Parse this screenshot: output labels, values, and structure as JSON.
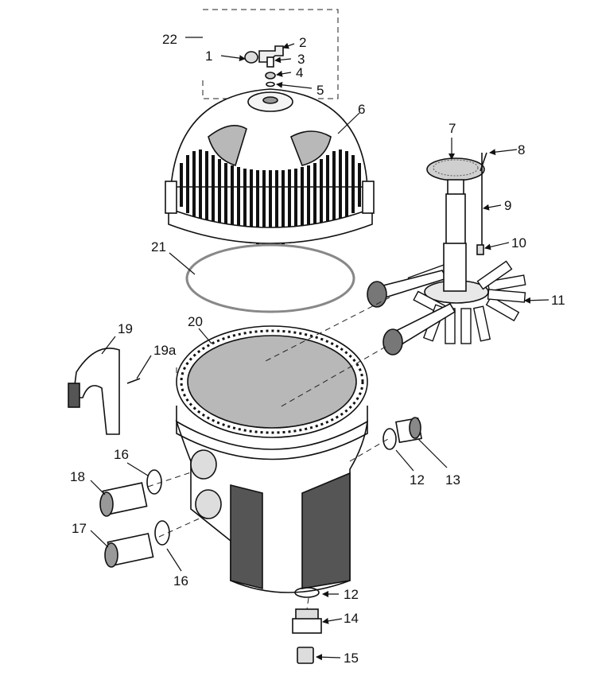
{
  "colors": {
    "ink": "#111111",
    "gray_fill": "#b8b8b8",
    "dark_fill": "#555555",
    "light_fill": "#ececec",
    "paper": "#ffffff"
  },
  "labels": {
    "p1": "1",
    "p2": "2",
    "p3": "3",
    "p4": "4",
    "p5": "5",
    "p6": "6",
    "p7": "7",
    "p8": "8",
    "p9": "9",
    "p10": "10",
    "p11": "11",
    "p12a": "12",
    "p12b": "12",
    "p13": "13",
    "p14": "14",
    "p15": "15",
    "p16a": "16",
    "p16b": "16",
    "p17": "17",
    "p18": "18",
    "p19": "19",
    "p19a": "19a",
    "p20": "20",
    "p21": "21",
    "p22": "22"
  }
}
